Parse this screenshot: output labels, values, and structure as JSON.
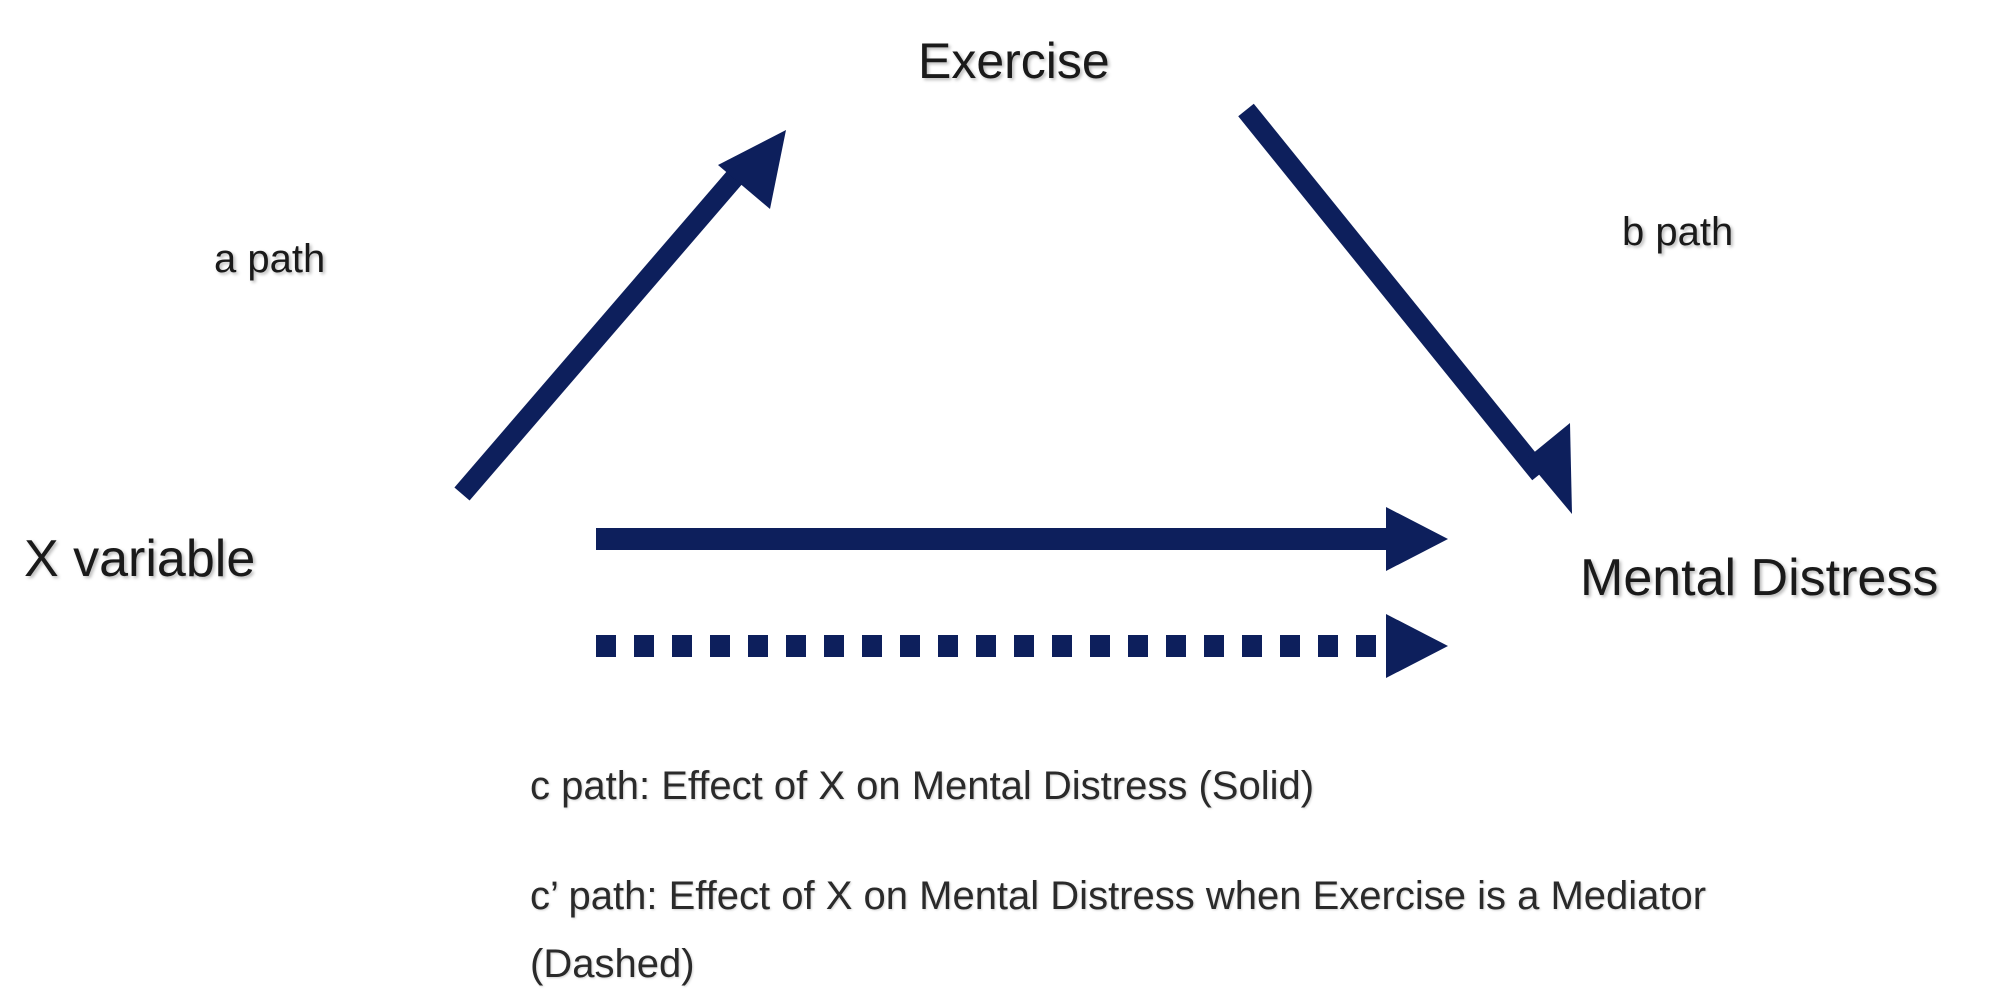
{
  "nodes": {
    "exercise": "Exercise",
    "x_variable": "X variable",
    "mental_distress": "Mental Distress"
  },
  "paths": {
    "a_label": "a path",
    "b_label": "b path"
  },
  "captions": {
    "c_path": "c path: Effect of X on Mental Distress (Solid)",
    "c_prime_path": "c’ path: Effect of X on Mental Distress when Exercise is a Mediator (Dashed)"
  },
  "colors": {
    "arrow": "#0d1f5c",
    "text": "#1a1a1a"
  }
}
